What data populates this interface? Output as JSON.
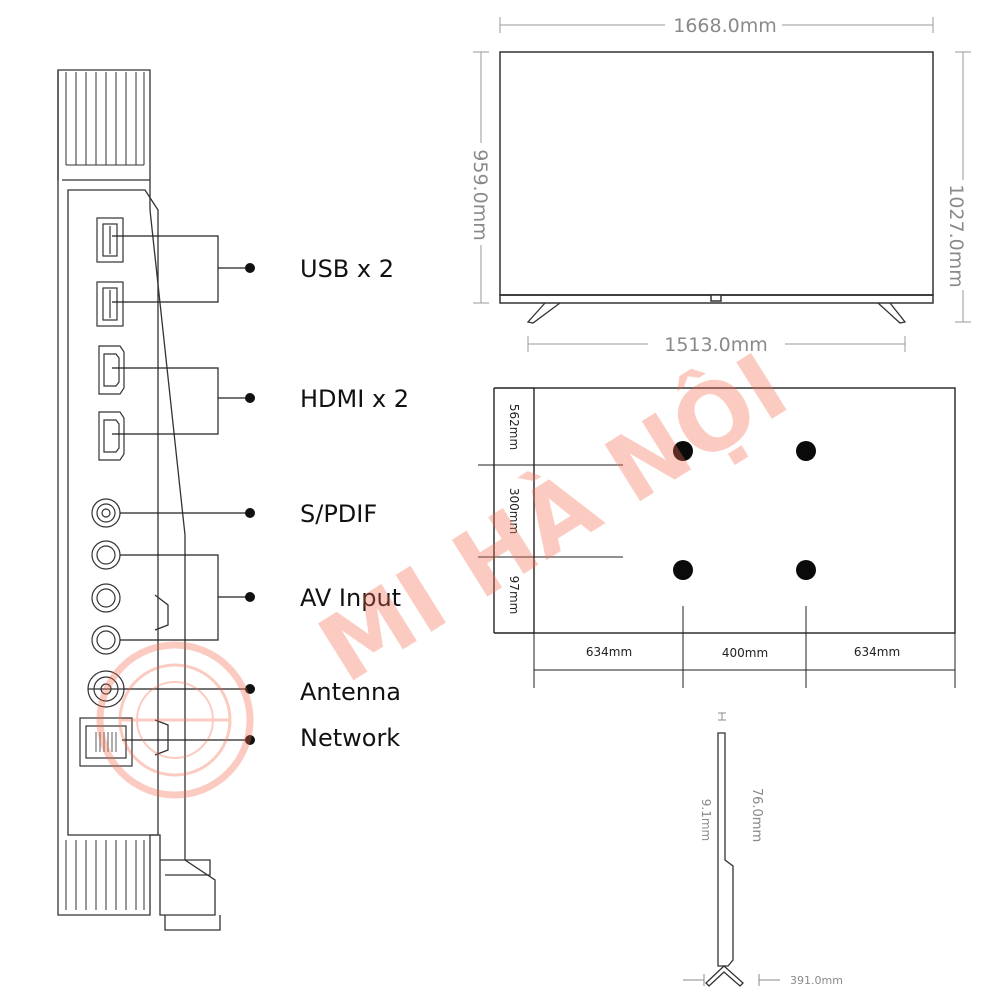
{
  "ports": [
    {
      "id": "usb",
      "label": "USB x 2"
    },
    {
      "id": "hdmi",
      "label": "HDMI x 2"
    },
    {
      "id": "spdif",
      "label": "S/PDIF"
    },
    {
      "id": "av",
      "label": "AV Input"
    },
    {
      "id": "antenna",
      "label": "Antenna"
    },
    {
      "id": "network",
      "label": "Network"
    }
  ],
  "front": {
    "width": "1668.0mm",
    "height_screen": "959.0mm",
    "height_total": "1027.0mm",
    "stand_spread": "1513.0mm"
  },
  "vesa": {
    "top": "562mm",
    "middle": "300mm",
    "bottom": "97mm",
    "left": "634mm",
    "center": "400mm",
    "right": "634mm"
  },
  "side": {
    "thin": "9.1mm",
    "thick": "76.0mm",
    "depth": "391.0mm"
  },
  "watermark": {
    "text": "MI HÀ NỘI",
    "color": "#f26b4e"
  },
  "colors": {
    "line": "#333333",
    "dim": "#8a8a8a",
    "text": "#111111"
  }
}
